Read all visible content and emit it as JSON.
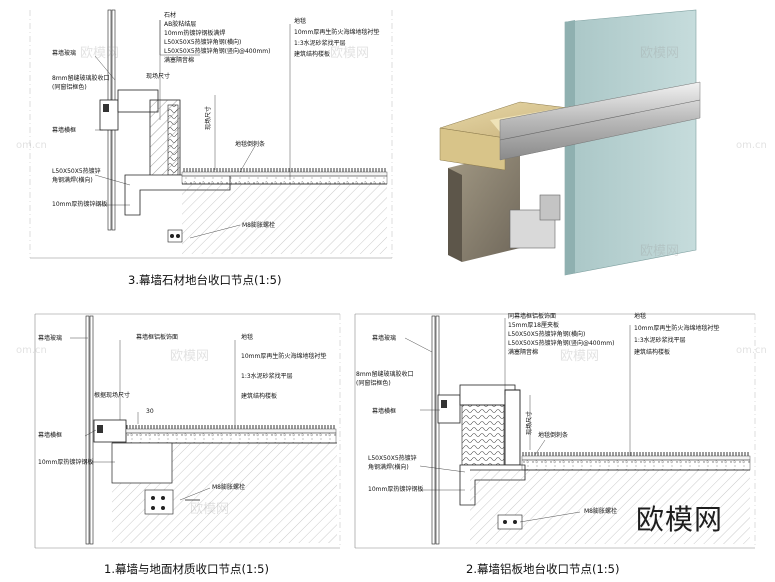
{
  "detail3": {
    "caption": "3.幕墙石材地台收口节点(1:5)",
    "labels": {
      "glass": "幕墙玻璃",
      "seal": "8mm留缝玻璃胶收口",
      "seal_note": "(同窗铝框色)",
      "site_dim": "现场尺寸",
      "mullion": "幕墙横框",
      "angle": "L50X50X5热镀锌",
      "angle_note": "角钢满焊(横向)",
      "plate": "10mm厚热镀锌钢板",
      "stone": "石材",
      "glue": "AB胶粘结层",
      "steel_plate": "10mm热镀锌钢板满焊",
      "angle_h": "L50X50X5热镀锌角钢(横向)",
      "angle_v": "L50X50X5热镀锌角钢(竖向@400mm)",
      "insulation": "满塞隔音棉",
      "carpet": "地毯",
      "underlay": "10mm厚再生防火海绵地毯衬垫",
      "mortar": "1:3水泥砂浆找平层",
      "slab": "建筑结构楼板",
      "site_dim2": "现场尺寸",
      "strip": "地毯倒刺条",
      "bolt": "M8膨胀螺栓"
    }
  },
  "detail1": {
    "caption": "1.幕墙与地面材质收口节点(1:5)",
    "labels": {
      "glass": "幕墙玻璃",
      "trim": "幕墙框铝板饰面",
      "carpet": "地毯",
      "underlay": "10mm厚再生防火海绵地毯衬垫",
      "site_dim": "根据现场尺寸",
      "dim30": "30",
      "mortar": "1:3水泥砂浆找平层",
      "slab": "建筑结构楼板",
      "mullion": "幕墙横框",
      "plate": "10mm厚热镀锌钢板",
      "bolt": "M8膨胀螺栓"
    }
  },
  "detail2": {
    "caption": "2.幕墙铝板地台收口节点(1:5)",
    "labels": {
      "glass": "幕墙玻璃",
      "alu_trim": "同幕墙框铝板饰面",
      "board": "15mm厚18厘夹板",
      "angle_h": "L50X50X5热镀锌角钢(横向)",
      "angle_v": "L50X50X5热镀锌角钢(竖向@400mm)",
      "insulation": "满塞隔音棉",
      "carpet": "地毯",
      "underlay": "10mm厚再生防火海绵地毯衬垫",
      "mortar": "1:3水泥砂浆找平层",
      "slab": "建筑结构楼板",
      "seal": "8mm留缝玻璃胶收口",
      "seal_note": "(同窗铝框色)",
      "mullion": "幕墙横框",
      "site_dim": "现场尺寸",
      "strip": "地毯倒刺条",
      "angle": "L50X50X5热镀锌",
      "angle_note": "角钢满焊(横向)",
      "plate": "10mm厚热镀锌钢板",
      "bolt": "M8膨胀螺栓"
    }
  },
  "watermark": {
    "text": "欧模网",
    "domain": "om.cn",
    "brand": "欧模网"
  }
}
